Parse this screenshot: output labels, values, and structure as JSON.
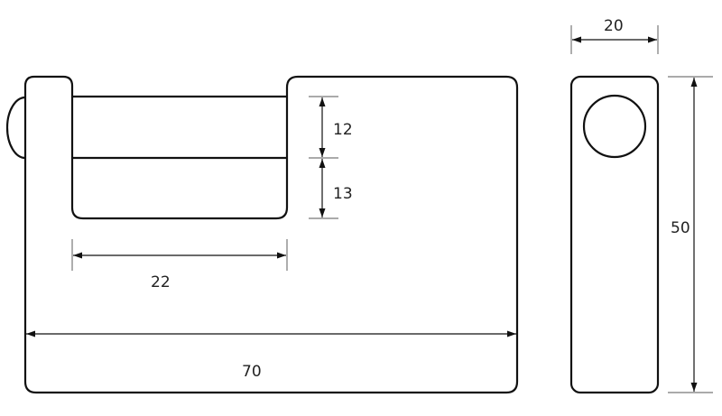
{
  "drawing": {
    "dimensions": {
      "shackle_gap_upper": "12",
      "shackle_gap_lower": "13",
      "shackle_width": "22",
      "body_width": "70",
      "body_depth": "20",
      "body_height": "50"
    }
  }
}
